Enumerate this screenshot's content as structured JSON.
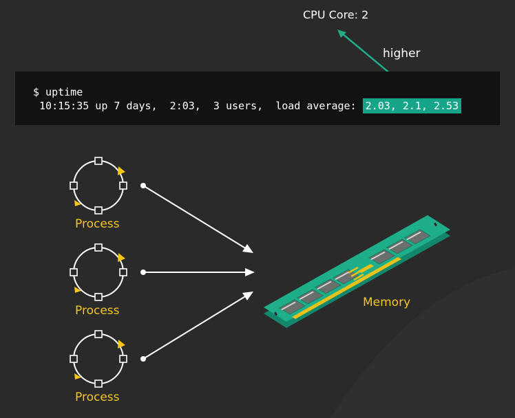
{
  "cpu": {
    "label": "CPU Core:",
    "value": "2",
    "arrow_label": "higher"
  },
  "terminal": {
    "prompt": "$ uptime",
    "output_prefix": " 10:15:35 up 7 days,  2:03,  3 users,  load average: ",
    "load_average": "2.03, 2.1, 2.53"
  },
  "processes": [
    {
      "label": "Process"
    },
    {
      "label": "Process"
    },
    {
      "label": "Process"
    }
  ],
  "memory": {
    "label": "Memory"
  },
  "colors": {
    "background": "#2a2a2a",
    "terminal_bg": "#121212",
    "highlight": "#17a589",
    "accent_yellow": "#f5c518",
    "memory_green": "#1fae8a"
  }
}
